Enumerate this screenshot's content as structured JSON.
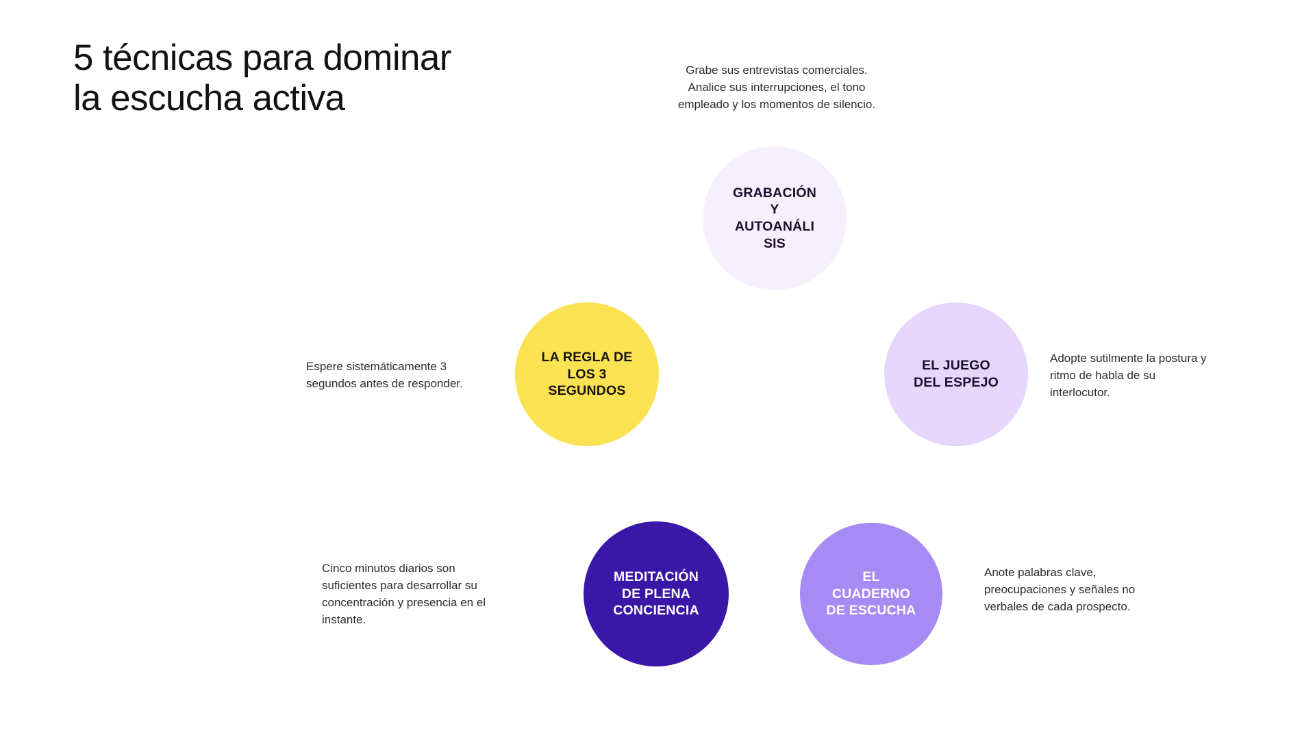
{
  "title": "5 técnicas para dominar\nla escucha activa",
  "background_color": "#ffffff",
  "nodes": [
    {
      "id": "grabacion",
      "label": "GRABACIÓN\nY\nAUTOANÁLI\nSIS",
      "caption": "Grabe sus entrevistas comerciales.\nAnalice sus interrupciones, el tono\nempleado y los momentos de silencio.",
      "fill": "#F6EFFD",
      "text_color": "#1b0f2b",
      "caption_position": "above"
    },
    {
      "id": "regla",
      "label": "LA REGLA DE\nLOS 3\nSEGUNDOS",
      "caption": "Espere sistemáticamente 3\nsegundos antes de responder.",
      "fill": "#FAE253",
      "text_color": "#18120a",
      "caption_position": "left"
    },
    {
      "id": "espejo",
      "label": "EL JUEGO\nDEL ESPEJO",
      "caption": "Adopte sutilmente la postura y\nritmo de habla de su\ninterlocutor.",
      "fill": "#E6D6FB",
      "text_color": "#1b0f2b",
      "caption_position": "right"
    },
    {
      "id": "meditacion",
      "label": "MEDITACIÓN\nDE PLENA\nCONCIENCIA",
      "caption": "Cinco minutos diarios son\nsuficientes para desarrollar su\nconcentración y presencia en el\ninstante.",
      "fill": "#3A17A7",
      "text_color": "#ffffff",
      "caption_position": "left"
    },
    {
      "id": "cuaderno",
      "label": "EL\nCUADERNO\nDE ESCUCHA",
      "caption": "Anote palabras clave,\npreocupaciones y señales no\nverbales de cada prospecto.",
      "fill": "#A78BF5",
      "text_color": "#ffffff",
      "caption_position": "right"
    }
  ]
}
